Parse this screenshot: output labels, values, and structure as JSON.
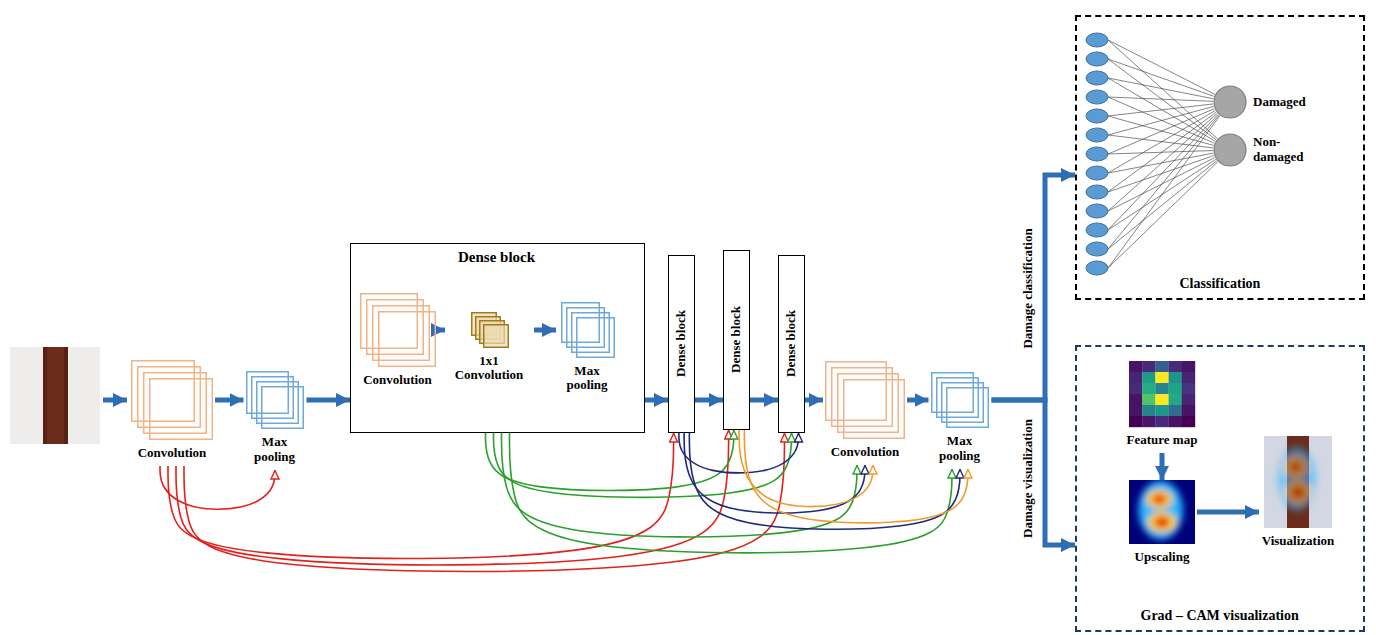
{
  "diagram": {
    "nodes": [
      {
        "text": [
          "Convolution"
        ]
      },
      {
        "text": [
          "Max pooling"
        ]
      },
      {
        "text": [
          "Dense block"
        ]
      },
      {
        "text": [
          "Convolution"
        ],
        "in": 2
      },
      {
        "text": [
          "1x1 Convolution"
        ],
        "in": 2
      },
      {
        "text": [
          "Max pooling"
        ],
        "in": 2
      },
      {
        "text": [
          "Dense block"
        ]
      },
      {
        "text": [
          "Dense block"
        ]
      },
      {
        "text": [
          "Dense block"
        ]
      },
      {
        "text": [
          "Convolution"
        ]
      },
      {
        "text": [
          "Max pooling"
        ]
      },
      {
        "text": [
          "Classification"
        ]
      },
      {
        "text": [
          "Damaged"
        ],
        "in": 11
      },
      {
        "text": [
          "Non-damaged"
        ],
        "in": 11
      },
      {
        "text": [
          "Grad – CAM visualization"
        ]
      },
      {
        "text": [
          "Feature map"
        ],
        "in": 14
      },
      {
        "text": [
          "Upscaling"
        ],
        "in": 14
      },
      {
        "text": [
          "Visualization"
        ],
        "in": 14
      }
    ],
    "edges": [
      {
        "from": 0,
        "to": 1,
        "arrow": "to"
      },
      {
        "from": 1,
        "to": 2,
        "arrow": "to"
      },
      {
        "from": 3,
        "to": 4,
        "arrow": "to"
      },
      {
        "from": 4,
        "to": 5,
        "arrow": "to"
      },
      {
        "from": 2,
        "to": 6,
        "arrow": "to"
      },
      {
        "from": 6,
        "to": 7,
        "arrow": "to"
      },
      {
        "from": 7,
        "to": 8,
        "arrow": "to"
      },
      {
        "from": 8,
        "to": 9,
        "arrow": "to"
      },
      {
        "from": 9,
        "to": 10,
        "arrow": "to"
      },
      {
        "from": 10,
        "to": 11,
        "label": "Damage classification",
        "arrow": "to"
      },
      {
        "from": 10,
        "to": 14,
        "label": "Damage visualization",
        "arrow": "to"
      },
      {
        "from": 15,
        "to": 16,
        "arrow": "to"
      },
      {
        "from": 16,
        "to": 17,
        "arrow": "to"
      },
      {
        "from": 0,
        "to": 1,
        "arrow": "to"
      },
      {
        "from": 0,
        "to": 6,
        "arrow": "to"
      },
      {
        "from": 0,
        "to": 7,
        "arrow": "to"
      },
      {
        "from": 0,
        "to": 8,
        "arrow": "to"
      },
      {
        "from": 2,
        "to": 7,
        "arrow": "to"
      },
      {
        "from": 2,
        "to": 8,
        "arrow": "to"
      },
      {
        "from": 2,
        "to": 9,
        "arrow": "to"
      },
      {
        "from": 2,
        "to": 10,
        "arrow": "to"
      },
      {
        "from": 6,
        "to": 8,
        "arrow": "to"
      },
      {
        "from": 6,
        "to": 9,
        "arrow": "to"
      },
      {
        "from": 6,
        "to": 10,
        "arrow": "to"
      },
      {
        "from": 7,
        "to": 9,
        "arrow": "to"
      },
      {
        "from": 7,
        "to": 10,
        "arrow": "to"
      }
    ]
  }
}
